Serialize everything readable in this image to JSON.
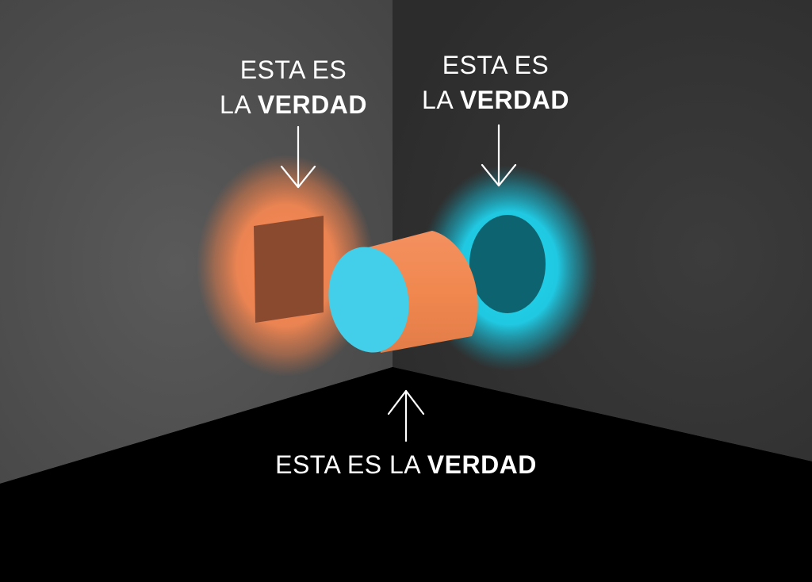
{
  "captions": {
    "left": {
      "line1": "ESTA ES",
      "line2_prefix": "LA ",
      "line2_bold": "VERDAD"
    },
    "right": {
      "line1": "ESTA ES",
      "line2_prefix": "LA ",
      "line2_bold": "VERDAD"
    },
    "bottom": {
      "prefix": "ESTA ES LA ",
      "bold": "VERDAD"
    }
  },
  "colors": {
    "left_wall": "#525252",
    "right_wall": "#3a3a3a",
    "floor": "#000000",
    "orange": "#f28a55",
    "square_shadow": "#8a4a30",
    "cyan": "#43cfe9",
    "cyan_glow": "#22d8f2",
    "circle_shadow": "#0d6470",
    "arrow": "#ffffff"
  },
  "icons": {
    "left_arrow": "arrow-down-icon",
    "right_arrow": "arrow-down-icon",
    "bottom_arrow": "arrow-up-icon"
  }
}
